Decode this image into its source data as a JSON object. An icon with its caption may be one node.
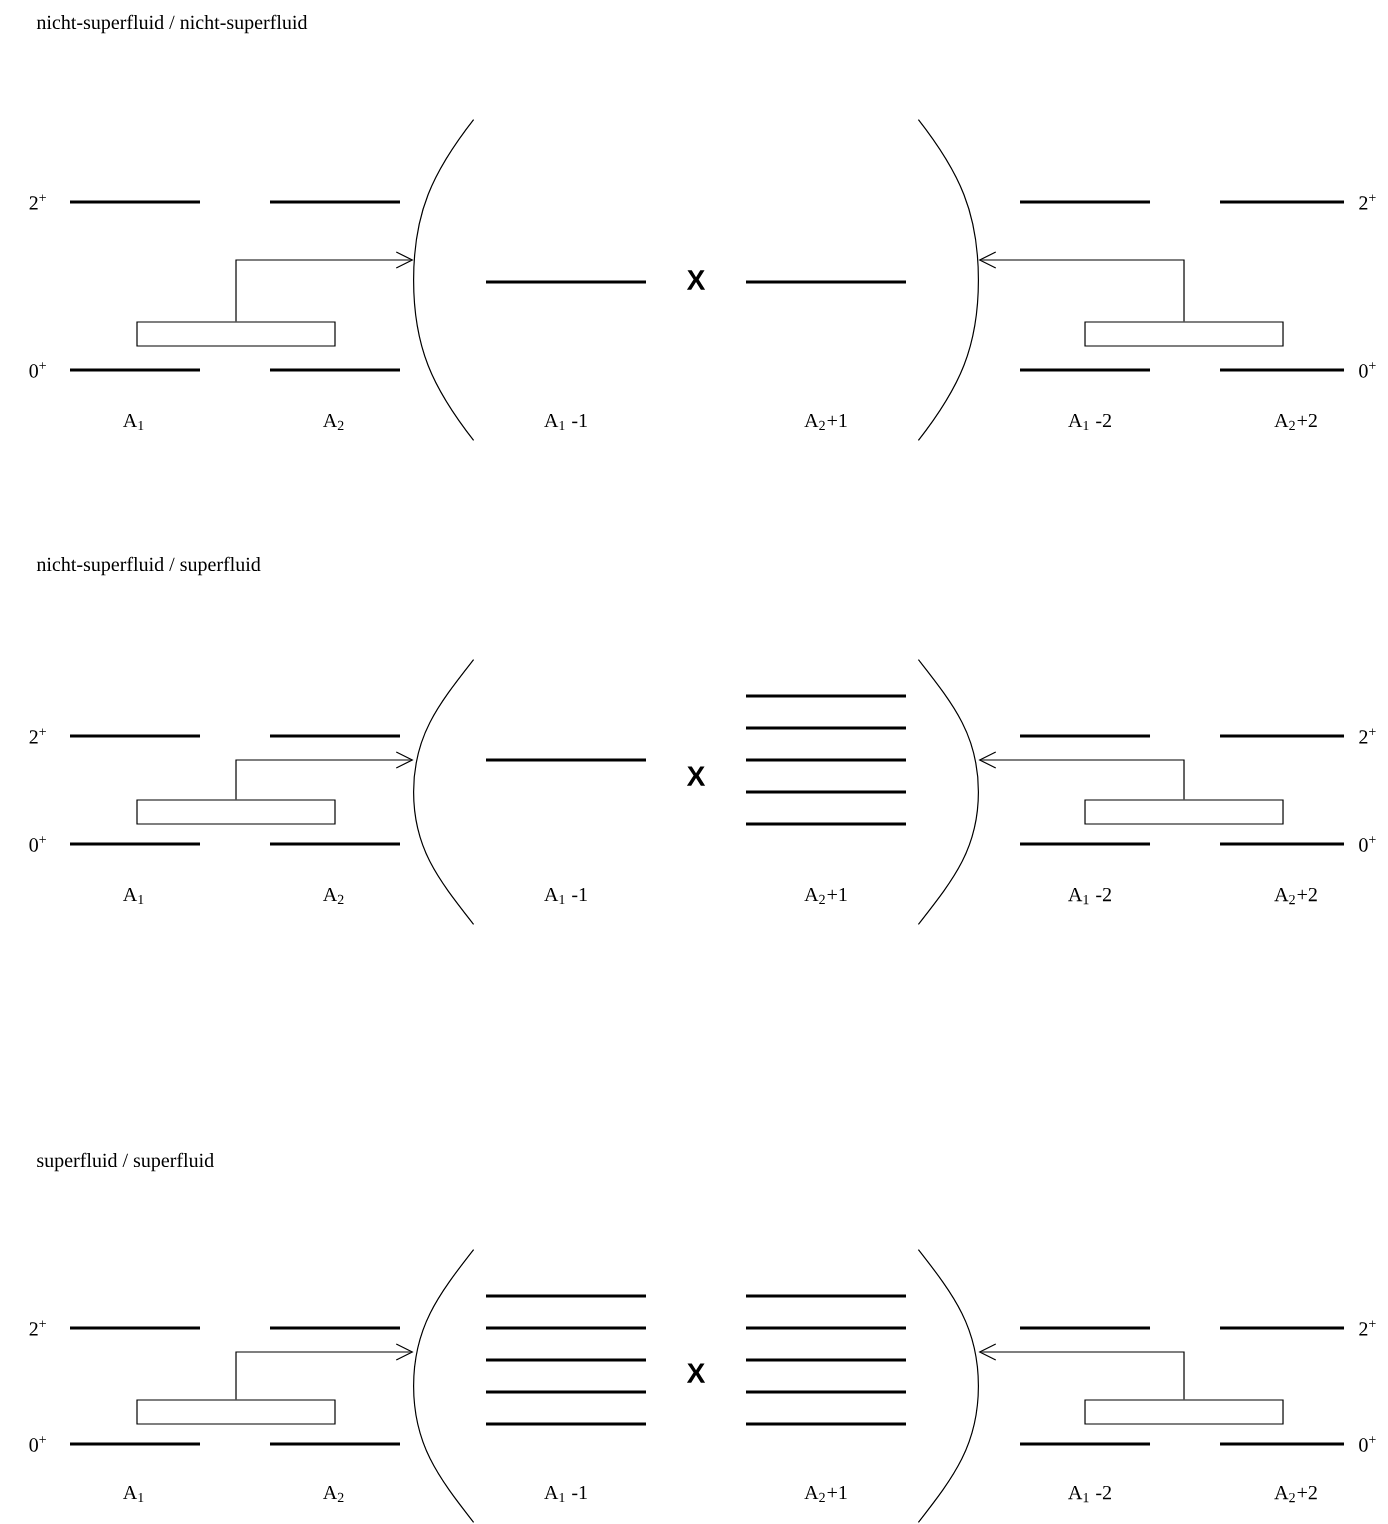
{
  "diagram": {
    "nodes": [
      {
        "text": [],
        "shape": "box"
      },
      {
        "text": [
          "X"
        ]
      },
      {
        "text": [],
        "shape": "box"
      },
      {
        "text": [],
        "shape": "box"
      },
      {
        "text": [
          "X"
        ]
      },
      {
        "text": [],
        "shape": "box"
      },
      {
        "text": [],
        "shape": "box"
      },
      {
        "text": [
          "X"
        ]
      },
      {
        "text": [],
        "shape": "box"
      }
    ],
    "edges": [
      {
        "from": 0,
        "to": 1,
        "arrow": "to"
      },
      {
        "from": 2,
        "to": 1,
        "arrow": "to"
      },
      {
        "from": 3,
        "to": 4,
        "arrow": "to"
      },
      {
        "from": 5,
        "to": 4,
        "arrow": "to"
      },
      {
        "from": 6,
        "to": 7,
        "arrow": "to"
      },
      {
        "from": 8,
        "to": 7,
        "arrow": "to"
      }
    ],
    "labels": [
      "nicht-superfluid / nicht-superfluid",
      "2$^{+}$",
      "2$^{+}$",
      "0$^{+}$",
      "0$^{+}$",
      "A$_{1}$",
      "A$_{2}$",
      "A$_{1}$ -1",
      "A$_{2}$+1",
      "A$_{1}$ -2",
      "A$_{2}$+2",
      "nicht-superfluid / superfluid",
      "2$^{+}$",
      "2$^{+}$",
      "0$^{+}$",
      "0$^{+}$",
      "A$_{1}$",
      "A$_{2}$",
      "A$_{1}$ -1",
      "A$_{2}$+1",
      "A$_{1}$ -2",
      "A$_{2}$+2",
      "superfluid / superfluid",
      "2$^{+}$",
      "2$^{+}$",
      "0$^{+}$",
      "0$^{+}$",
      "A$_{1}$",
      "A$_{2}$",
      "A$_{1}$ -1",
      "A$_{2}$+1",
      "A$_{1}$ -2",
      "A$_{2}$+2"
    ]
  }
}
